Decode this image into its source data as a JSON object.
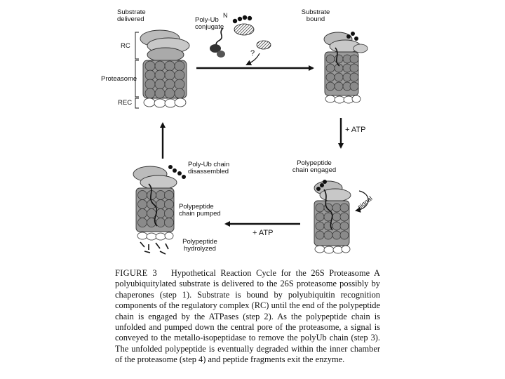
{
  "figure": {
    "labels": {
      "substrate_delivered": [
        "Substrate",
        "delivered"
      ],
      "poly_ub_conjugate": [
        "Poly-Ub",
        "conjugate"
      ],
      "n_terminus": "N",
      "question": "?",
      "substrate_bound": [
        "Substrate",
        "bound"
      ],
      "rc": "RC",
      "proteasome": "Proteasome",
      "rec": "REC",
      "plus_atp_right": "+ ATP",
      "polypeptide_engaged": [
        "Polypeptide",
        "chain engaged"
      ],
      "signal": "signal",
      "plus_atp_bottom": "+ ATP",
      "poly_ub_disassembled": [
        "Poly-Ub chain",
        "disassembled"
      ],
      "polypeptide_pumped": [
        "Polypeptide",
        "chain pumped"
      ],
      "polypeptide_hydrolyzed": [
        "Polypeptide",
        "hydrolyzed"
      ]
    }
  },
  "caption": {
    "label": "FIGURE 3",
    "title": "Hypothetical Reaction Cycle for the 26S Proteasome",
    "body": "A polyubiquitylated substrate is delivered to the 26S proteasome possibly by chaperones (step 1). Substrate is bound by polyubiquitin recognition components of the regulatory complex (RC) until the end of the polypeptide chain is engaged by the ATPases (step 2). As the polypeptide chain is unfolded and pumped down the central pore of the proteasome, a signal is conveyed to the metallo-isopeptidase to remove the polyUb chain (step 3). The unfolded polypeptide is eventually degraded within the inner chamber of the proteasome (step 4) and peptide fragments exit the enzyme."
  }
}
